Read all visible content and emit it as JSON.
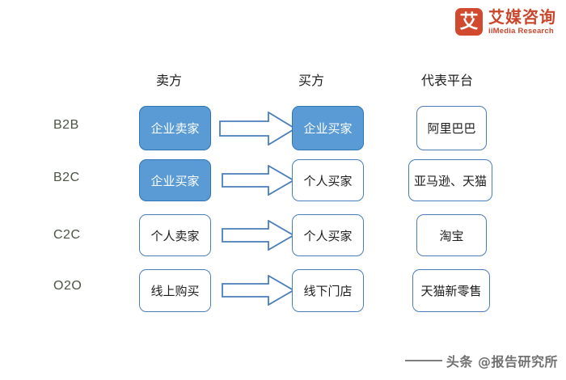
{
  "brand": {
    "mark_glyph": "艾",
    "name_cn": "艾媒咨询",
    "name_en": "iiMedia Research",
    "color": "#c8472c"
  },
  "headers": {
    "seller": "卖方",
    "buyer": "买方",
    "platform": "代表平台"
  },
  "colors": {
    "filled_bg": "#5b9bd5",
    "filled_border": "#2e75b6",
    "box_border": "#4a7ebb",
    "arrow_stroke": "#4a7ebb"
  },
  "rows": [
    {
      "label": "B2B",
      "seller": "企业卖家",
      "seller_filled": true,
      "buyer": "企业买家",
      "buyer_filled": true,
      "platform": "阿里巴巴",
      "arrow": "arrow-right-icon"
    },
    {
      "label": "B2C",
      "seller": "企业买家",
      "seller_filled": true,
      "buyer": "个人买家",
      "buyer_filled": false,
      "platform": "亚马逊、天猫",
      "arrow": "arrow-right-icon"
    },
    {
      "label": "C2C",
      "seller": "个人卖家",
      "seller_filled": false,
      "buyer": "个人买家",
      "buyer_filled": false,
      "platform": "淘宝",
      "arrow": "arrow-right-icon"
    },
    {
      "label": "O2O",
      "seller": "线上购买",
      "seller_filled": false,
      "buyer": "线下门店",
      "buyer_filled": false,
      "platform": "天猫新零售",
      "arrow": "arrow-right-icon"
    }
  ],
  "footer": {
    "watermark": "头条 @报告研究所"
  }
}
